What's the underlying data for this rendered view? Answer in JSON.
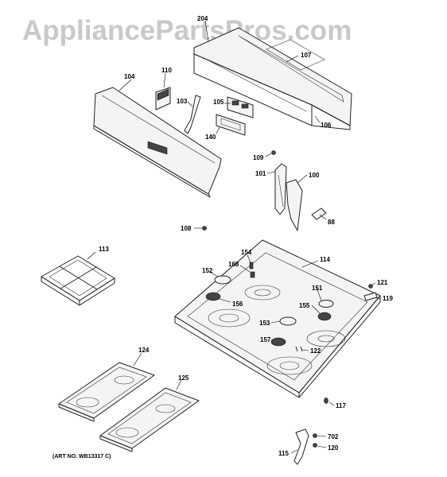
{
  "watermark": "AppliancePartsPros.com",
  "art_number": "(ART NO. WB13317 C)",
  "part_labels": {
    "p204": "204",
    "p107": "107",
    "p110": "110",
    "p104": "104",
    "p103": "103",
    "p105": "105",
    "p106": "106",
    "p140": "140",
    "p109": "109",
    "p101": "101",
    "p100": "100",
    "p88": "88",
    "p108": "108",
    "p113": "113",
    "p154": "154",
    "p114": "114",
    "p152": "152",
    "p168": "168",
    "p156": "156",
    "p151": "151",
    "p121": "121",
    "p119": "119",
    "p155": "155",
    "p153": "153",
    "p157": "157",
    "p122": "122",
    "p124": "124",
    "p125": "125",
    "p117": "117",
    "p702": "702",
    "p115": "115",
    "p120": "120"
  }
}
